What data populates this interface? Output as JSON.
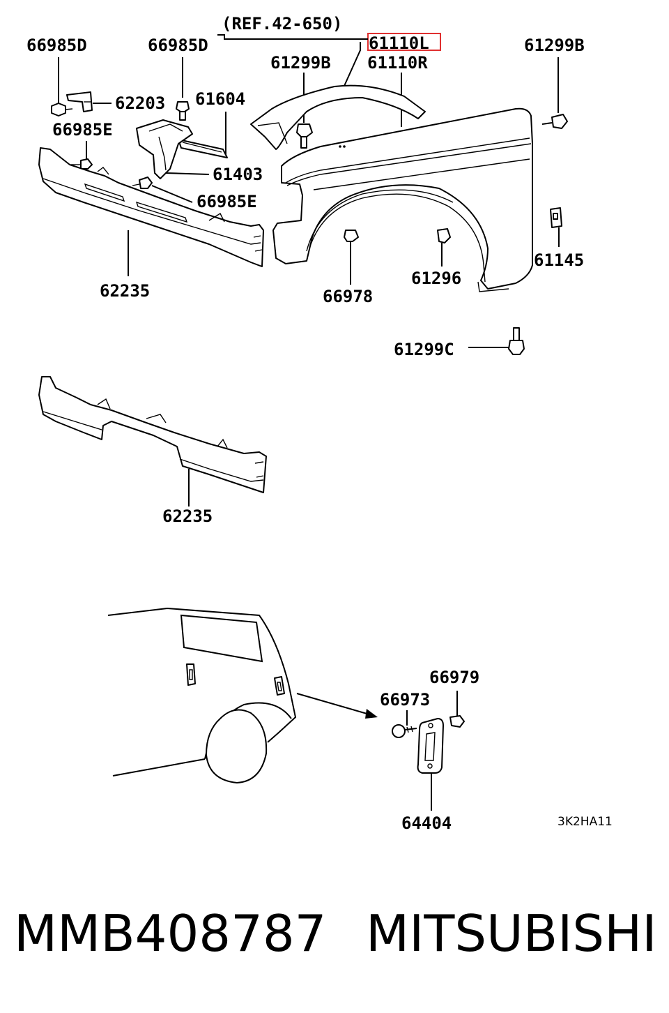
{
  "labels": {
    "ref": "(REF.42-650)",
    "p66985d_a": "66985D",
    "p66985d_b": "66985D",
    "p61110l": "61110L",
    "p61299b_a": "61299B",
    "p61110r": "61110R",
    "p61299b_b": "61299B",
    "p62203": "62203",
    "p61604": "61604",
    "p66985e_a": "66985E",
    "p61403": "61403",
    "p66985e_b": "66985E",
    "p62235_a": "62235",
    "p66978": "66978",
    "p61296": "61296",
    "p61145": "61145",
    "p61299c": "61299C",
    "p62235_b": "62235",
    "p66979": "66979",
    "p66973": "66973",
    "p64404": "64404",
    "code": "3K2HA11"
  },
  "footer": {
    "part_number": "MMB408787",
    "brand": "MITSUBISHI"
  },
  "colors": {
    "highlight": "#e03030",
    "ink": "#000000",
    "background": "#ffffff"
  }
}
